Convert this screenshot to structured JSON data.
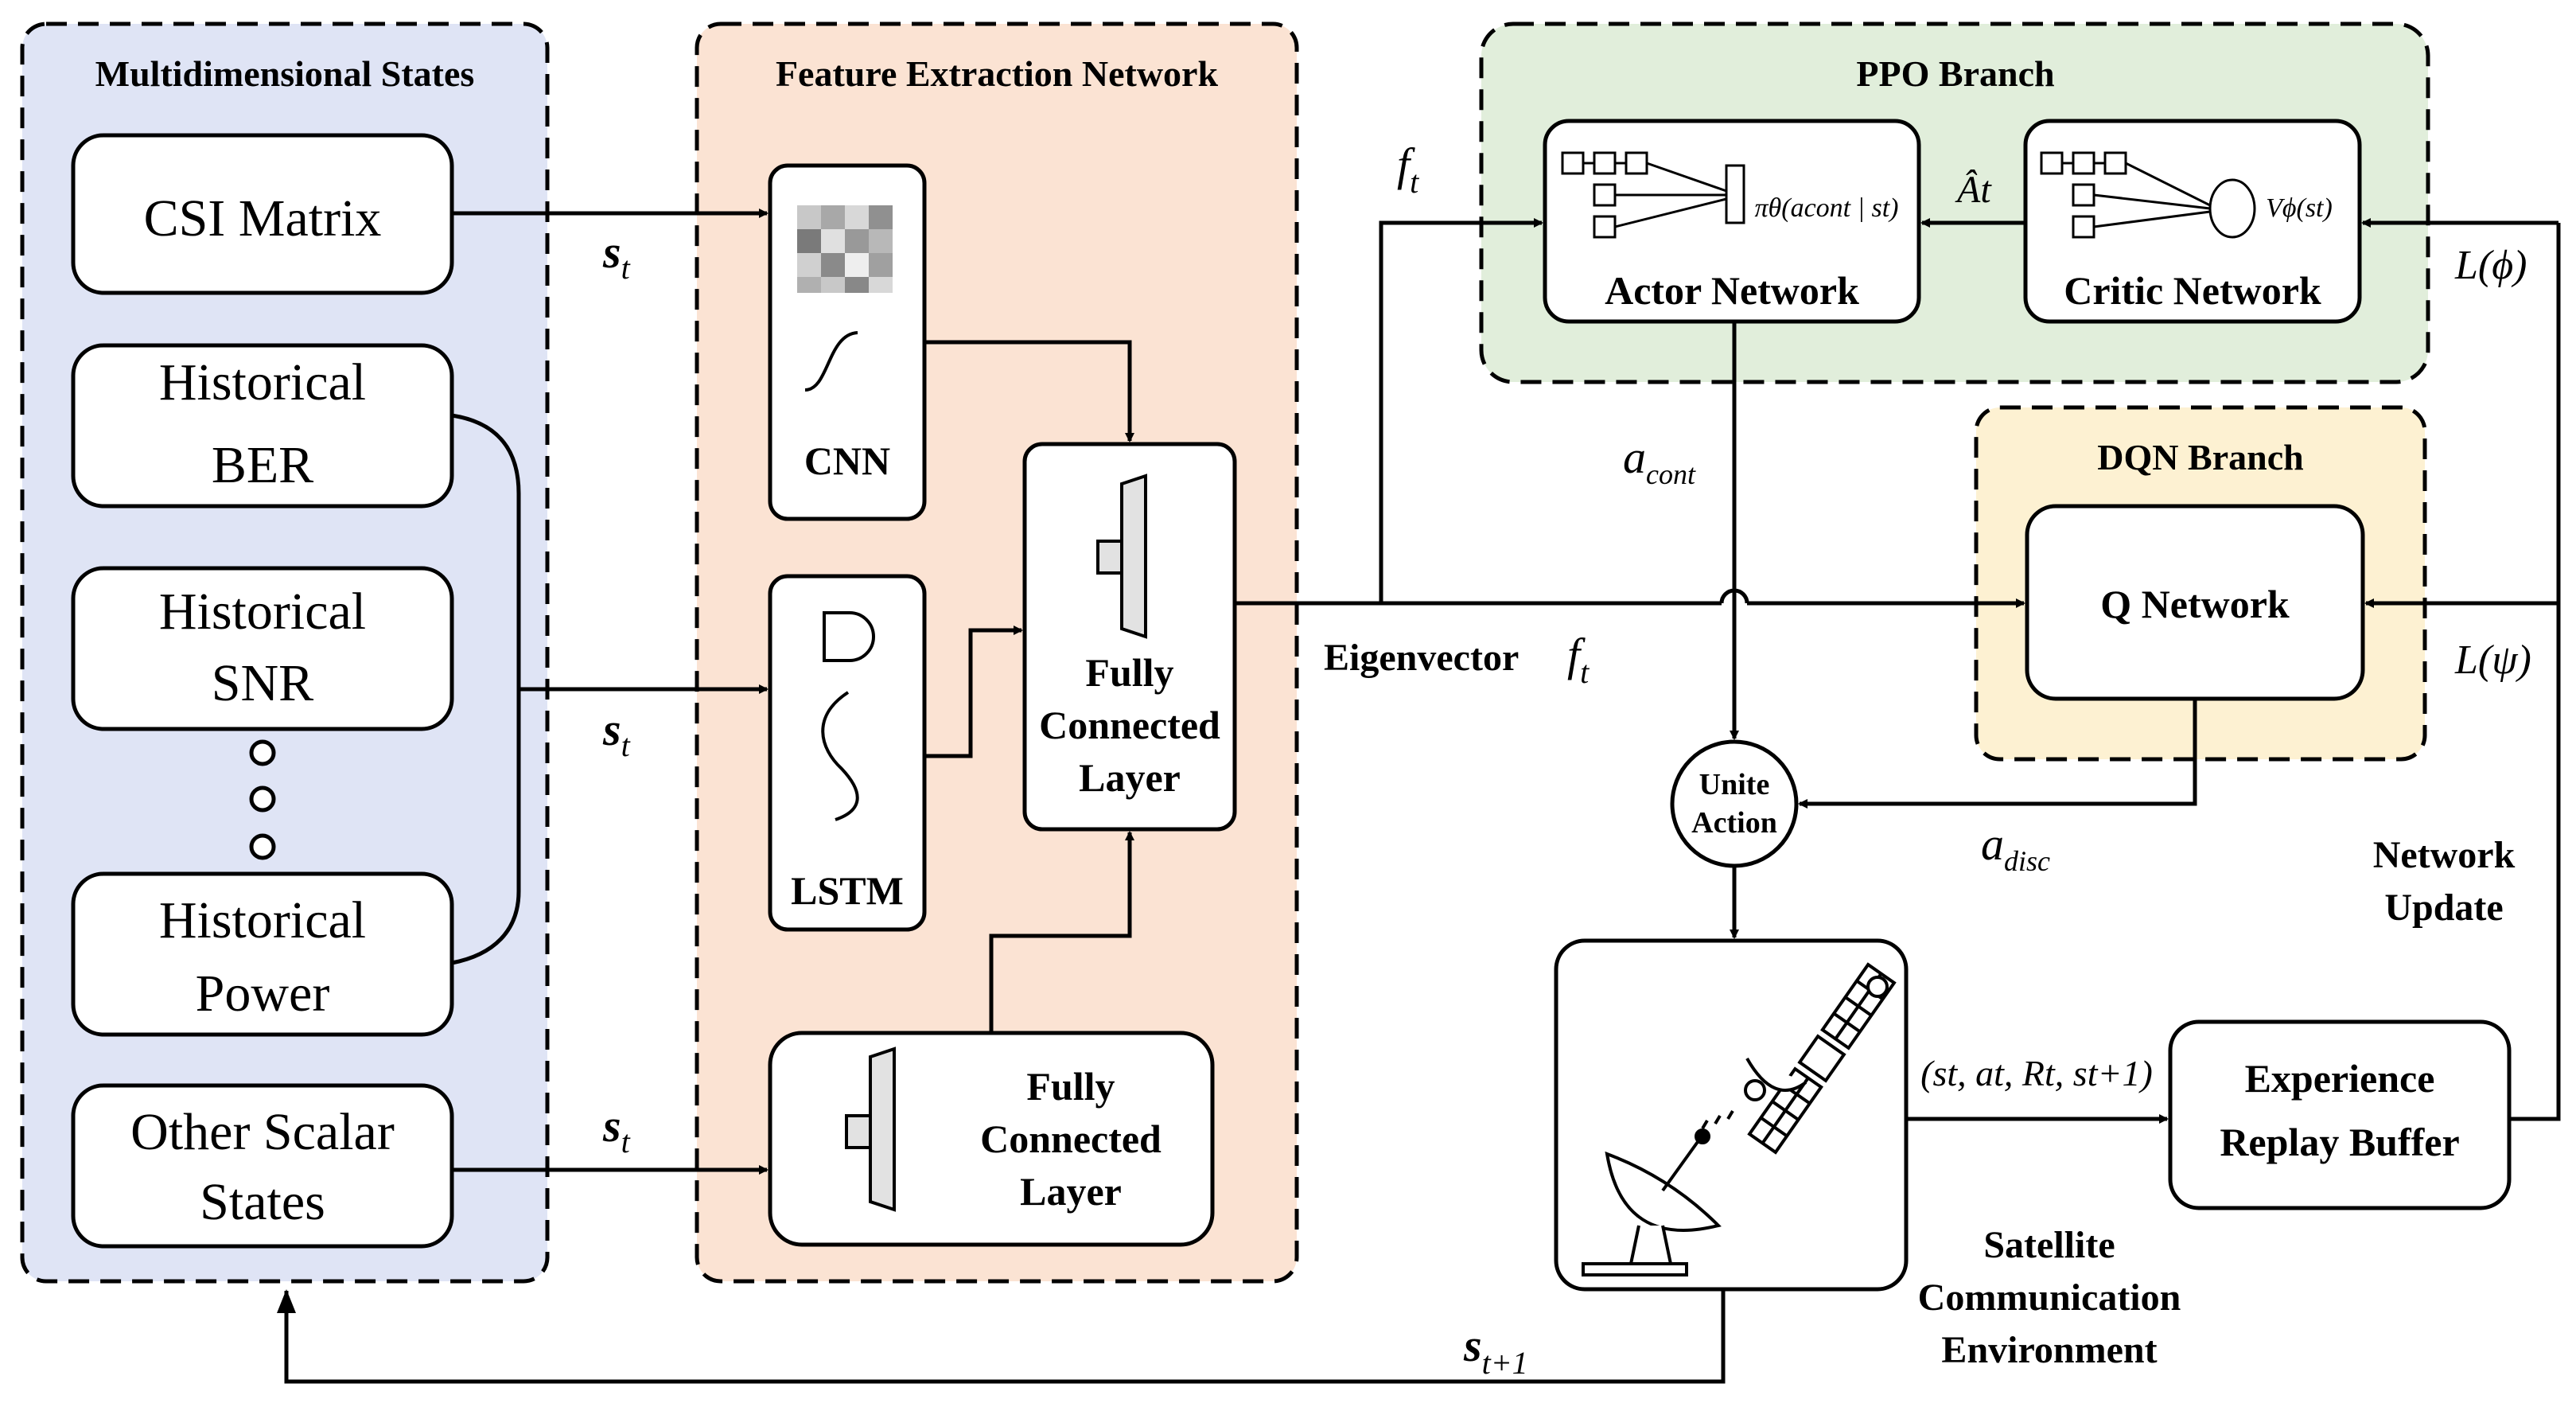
{
  "panels": {
    "states": {
      "title": "Multidimensional States",
      "fill": "#dfe4f5"
    },
    "feature": {
      "title": "Feature Extraction Network",
      "fill": "#fbe3d3"
    },
    "ppo": {
      "title": "PPO Branch",
      "fill": "#e1eedb"
    },
    "dqn": {
      "title": "DQN Branch",
      "fill": "#fdf1d2"
    }
  },
  "states": {
    "csi": "CSI Matrix",
    "ber": [
      "Historical",
      "BER"
    ],
    "snr": [
      "Historical",
      "SNR"
    ],
    "power": [
      "Historical",
      "Power"
    ],
    "scalar": [
      "Other Scalar",
      "States"
    ]
  },
  "feature": {
    "cnn": "CNN",
    "lstm": "LSTM",
    "fc_main": [
      "Fully",
      "Connected",
      "Layer"
    ],
    "fc_small": [
      "Fully",
      "Connected",
      "Layer"
    ]
  },
  "ppo": {
    "actor": "Actor Network",
    "critic": "Critic Network",
    "policy_formula": "πθ(acont | st)",
    "value_formula": "Vϕ(st)",
    "advantage": "Ât"
  },
  "dqn": {
    "q": "Q Network"
  },
  "unite": [
    "Unite",
    "Action"
  ],
  "env": [
    "Satellite",
    "Communication",
    "Environment"
  ],
  "buffer": [
    "Experience",
    "Replay Buffer"
  ],
  "network_update": [
    "Network",
    "Update"
  ],
  "symbols": {
    "s": "s",
    "t": "t",
    "t_plus_1": "t+1",
    "f": "f",
    "a": "a",
    "cont": "cont",
    "disc": "disc",
    "eigenvector": "Eigenvector",
    "loss_phi": "L(ϕ)",
    "loss_psi": "L(ψ)",
    "tuple": "(st, at, Rt, st+1)"
  }
}
